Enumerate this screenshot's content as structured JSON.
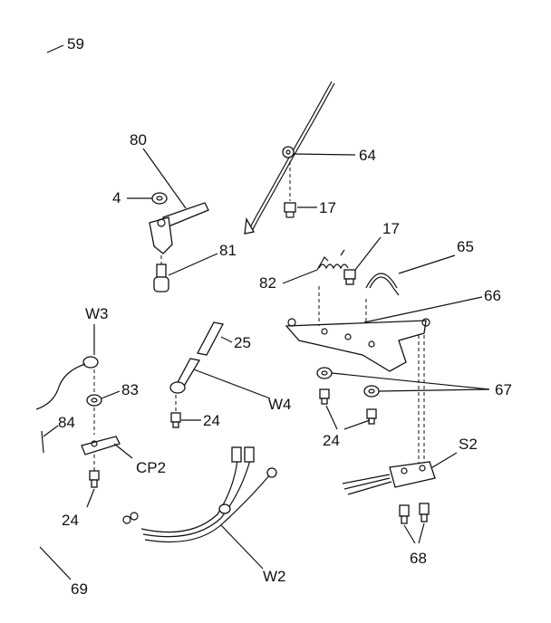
{
  "callouts": {
    "c59": "59",
    "c80": "80",
    "c4": "4",
    "c64": "64",
    "c17a": "17",
    "c81": "81",
    "c17b": "17",
    "c65": "65",
    "c82": "82",
    "c66": "66",
    "cW3": "W3",
    "c25": "25",
    "c83": "83",
    "c67": "67",
    "cW4": "W4",
    "c24a": "24",
    "c84": "84",
    "c24b": "24",
    "cS2": "S2",
    "cCP2": "CP2",
    "c24c": "24",
    "c68": "68",
    "cW2": "W2",
    "c69": "69"
  }
}
